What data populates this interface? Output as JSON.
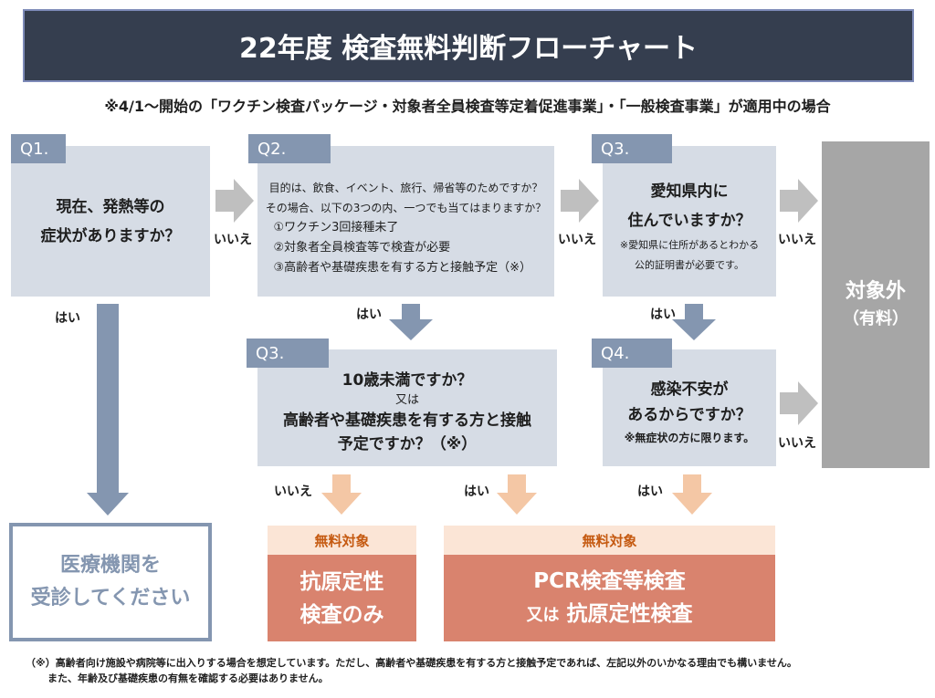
{
  "title": "22年度 検査無料判断フローチャート",
  "subtitle": "※4/1～開始の「ワクチン検査パッケージ・対象者全員検査等定着促進事業」・「一般検査事業」が適用中の場合",
  "q1": {
    "tag": "Q1.",
    "line1": "現在、発熱等の",
    "line2": "症状がありますか？"
  },
  "q2": {
    "tag": "Q2.",
    "line1": "目的は、飲食、イベント、旅行、帰省等のためですか？",
    "line2": "その場合、以下の3つの内、一つでも当てはまりますか？",
    "item1": "①ワクチン3回接種未了",
    "item2": "②対象者全員検査等で検査が必要",
    "item3": "③高齢者や基礎疾患を有する方と接触予定（※）"
  },
  "q3a": {
    "tag": "Q3.",
    "line1": "愛知県内に",
    "line2": "住んでいますか？",
    "note1": "※愛知県に住所があるとわかる",
    "note2": "公的証明書が必要です。"
  },
  "q3b": {
    "tag": "Q3.",
    "line1": "10歳未満ですか？",
    "line2": "又は",
    "line3": "高齢者や基礎疾患を有する方と接触",
    "line4": "予定ですか？（※）"
  },
  "q4": {
    "tag": "Q4.",
    "line1": "感染不安が",
    "line2": "あるからですか？",
    "note": "※無症状の方に限ります。"
  },
  "labels": {
    "yes": "はい",
    "no": "いいえ"
  },
  "out": {
    "line1": "対象外",
    "line2": "（有料）"
  },
  "medical": {
    "line1": "医療機関を",
    "line2": "受診してください"
  },
  "free1": {
    "header": "無料対象",
    "line1": "抗原定性",
    "line2": "検査のみ"
  },
  "free2": {
    "header": "無料対象",
    "line1": "PCR検査等検査",
    "line2a": "又は",
    "line2b": "抗原定性検査"
  },
  "footnote": {
    "line1": "（※）高齢者向け施設や病院等に出入りする場合を想定しています。ただし、高齢者や基礎疾患を有する方と接触予定であれば、左記以外のいかなる理由でも構いません。",
    "line2": "また、年齢及び基礎疾患の有無を確認する必要はありません。"
  },
  "colors": {
    "title_bg": "#353e4f",
    "question_bg": "#d6dce5",
    "tag_bg": "#8496b0",
    "arrow_gray": "#bfbfbf",
    "arrow_orange": "#f4c7a5",
    "free_bg": "#d9836e",
    "out_bg": "#a6a6a6"
  }
}
